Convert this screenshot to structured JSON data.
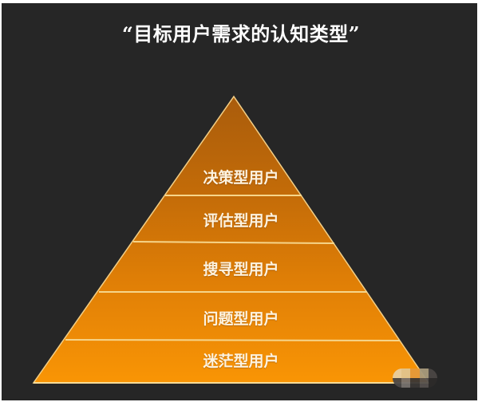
{
  "title": "“目标用户需求的认知类型”",
  "colors": {
    "background": "#262626",
    "border": "#ffffff",
    "tier_top": "#b8650a",
    "tier_bottom": "#f79405",
    "divider": "#f6d58a",
    "label_text": "#fdf3e0",
    "title_text": "#ffffff"
  },
  "pyramid": {
    "tiers": [
      {
        "label": "决策型用户",
        "level": 1
      },
      {
        "label": "评估型用户",
        "level": 2
      },
      {
        "label": "搜寻型用户",
        "level": 3
      },
      {
        "label": "问题型用户",
        "level": 4
      },
      {
        "label": "迷茫型用户",
        "level": 5
      }
    ]
  },
  "watermark": {
    "icon": "pixelated-watermark-icon"
  }
}
